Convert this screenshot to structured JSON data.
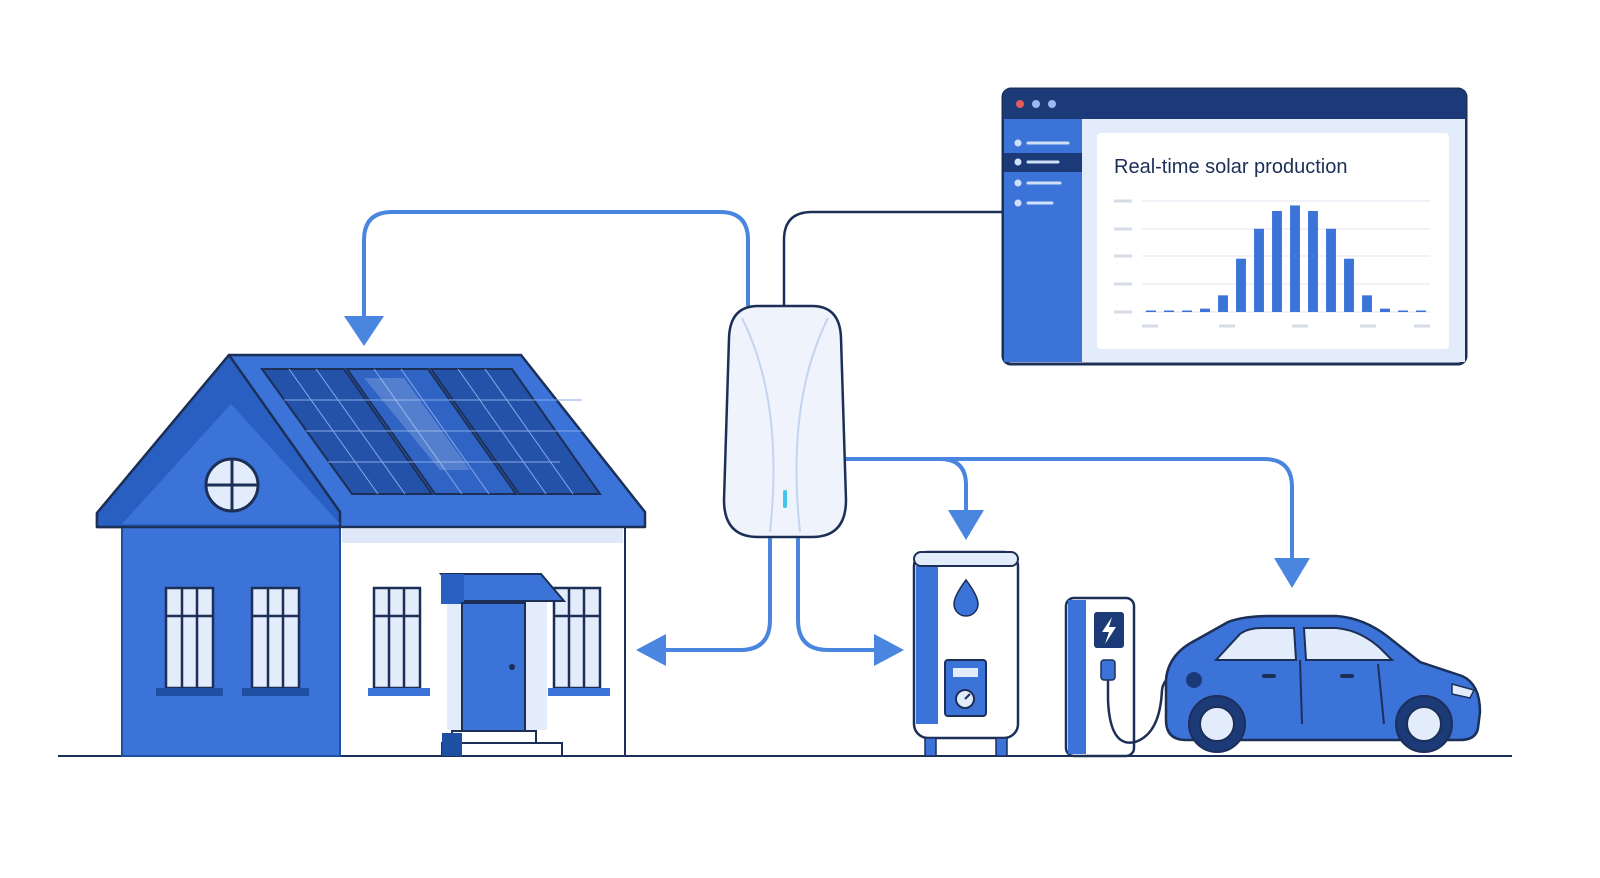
{
  "colors": {
    "primary": "#3b73d9",
    "primary_dark": "#1f4fa3",
    "navy": "#1c2f57",
    "flow_arrow": "#4a85e0",
    "light_fill": "#e3ecfb",
    "panel_bg": "#ffffff"
  },
  "icons": {
    "solar_panels": "solar-panel-icon",
    "energy_manager": "smart-energy-manager-icon",
    "water_heater": "water-drop-icon",
    "ev_charger": "lightning-bolt-icon",
    "car": "electric-car-icon",
    "house": "house-icon"
  },
  "dashboard": {
    "title": "Real-time solar production",
    "window_dots": [
      "#e45a5a",
      "#9bb8ee",
      "#9bb8ee"
    ],
    "sidebar_items": 4
  },
  "chart_data": {
    "type": "bar",
    "title": "Real-time solar production",
    "xlabel": "",
    "ylabel": "",
    "grid": true,
    "ylim": [
      0,
      100
    ],
    "values": [
      0,
      0,
      1,
      3,
      15,
      48,
      75,
      91,
      96,
      91,
      75,
      48,
      15,
      3,
      1,
      0
    ]
  }
}
